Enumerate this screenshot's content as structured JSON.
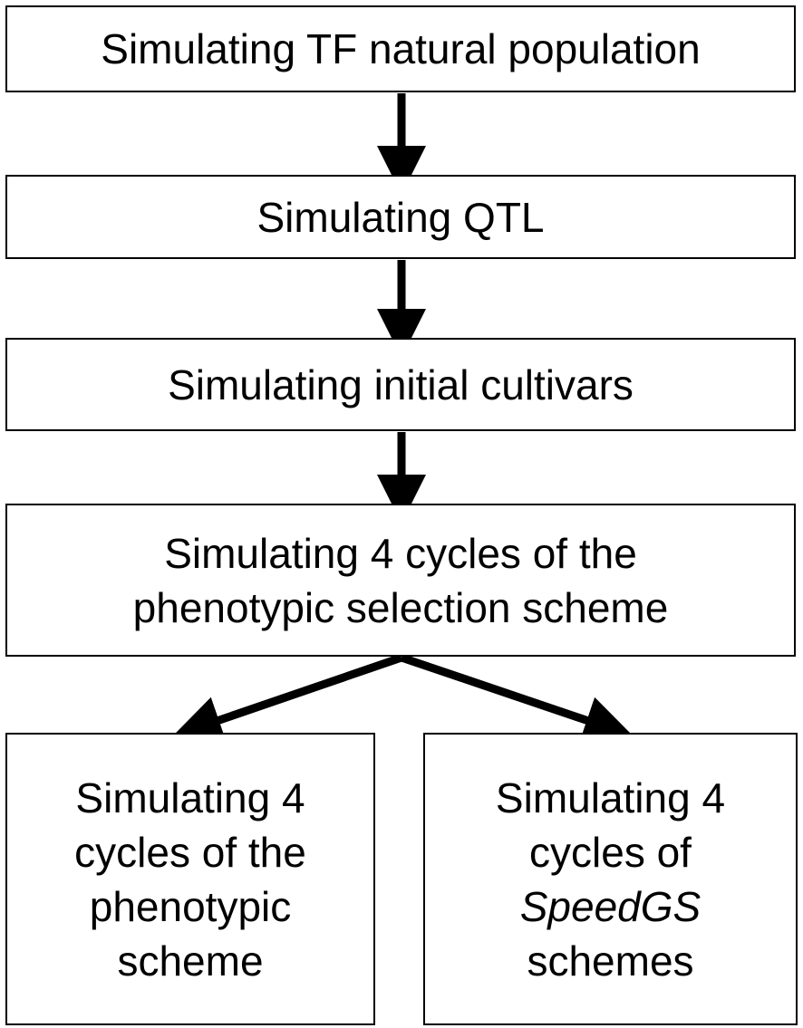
{
  "boxes": {
    "natural_population": "Simulating TF natural population",
    "qtl": "Simulating QTL",
    "initial_cultivars": "Simulating initial cultivars",
    "phenotypic_selection": {
      "line1": "Simulating 4 cycles of the",
      "line2": "phenotypic selection scheme"
    },
    "phenotypic_scheme": {
      "line1": "Simulating 4",
      "line2": "cycles of the",
      "line3": "phenotypic",
      "line4": "scheme"
    },
    "speedgs_schemes": {
      "line1": "Simulating 4",
      "line2": "cycles of",
      "line3": "SpeedGS",
      "line4": "schemes"
    }
  },
  "colors": {
    "stroke": "#000000",
    "background": "#ffffff"
  }
}
